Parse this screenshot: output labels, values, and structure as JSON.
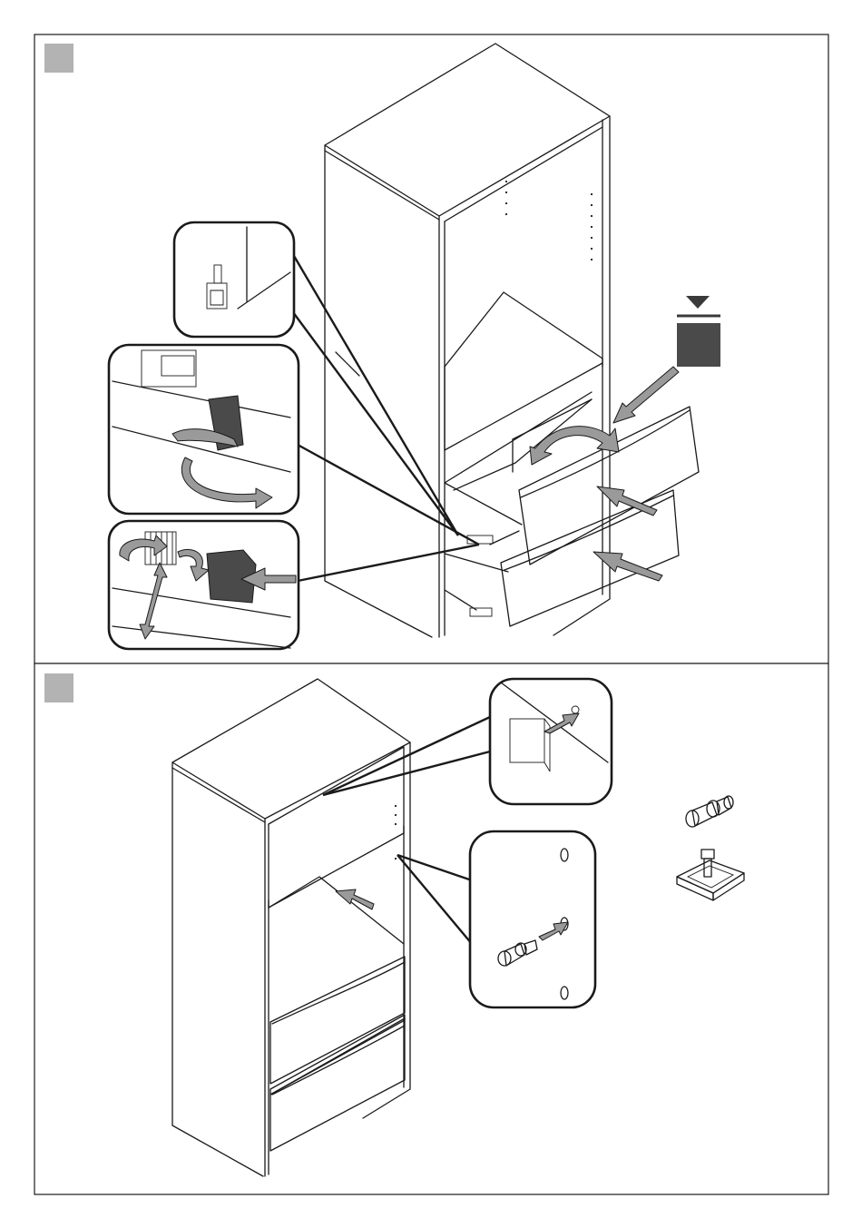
{
  "colors": {
    "line": "#1a1a1a",
    "step_badge": "#b3b3b3",
    "arrow_fill": "#9a9a9a",
    "weight_block": "#4a4a4a",
    "background": "#ffffff"
  },
  "panels": [
    {
      "id": "drawer-installation",
      "badge_icon": "gray-square-step-badge"
    },
    {
      "id": "shelf-installation",
      "badge_icon": "gray-square-step-badge"
    }
  ],
  "icons": {
    "weight": "weight-limit-icon",
    "push": "push-arrow-icon",
    "rotate": "rotate-arrow-icon",
    "shelf_pin": "shelf-pin-icon",
    "shelf_support": "shelf-support-clip-icon"
  }
}
